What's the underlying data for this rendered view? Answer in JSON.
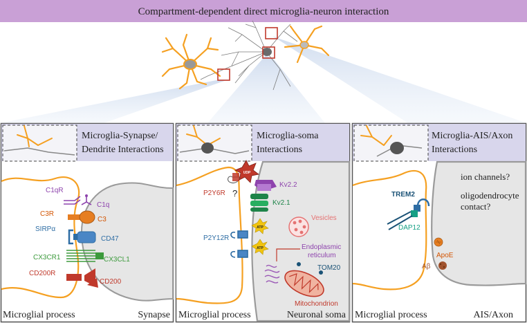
{
  "title": "Compartment-dependent direct microglia-neuron interaction",
  "panels": [
    {
      "heading_line1": "Microglia-Synapse/",
      "heading_line2": "Dendrite Interactions",
      "bottom_left": "Microglial process",
      "bottom_right": "Synapse",
      "labels": {
        "c1qr": "C1qR",
        "c1q": "C1q",
        "c3r": "C3R",
        "c3": "C3",
        "sirpa": "SIRPα",
        "cd47": "CD47",
        "cx3cr1": "CX3CR1",
        "cx3cl1": "CX3CL1",
        "cd200r": "CD200R",
        "cd200": "CD200"
      }
    },
    {
      "heading_line1": "Microglia-soma",
      "heading_line2": "Interactions",
      "bottom_left": "Microglial process",
      "bottom_right": "Neuronal soma",
      "labels": {
        "udp": "UDP",
        "p2y6r": "P2Y6R",
        "question": "?",
        "kv22": "Kv2.2",
        "kv21": "Kv2.1",
        "atp1": "ATP",
        "atp2": "ATP",
        "p2y12r": "P2Y12R",
        "vesicles": "Vesicles",
        "er_line1": "Endoplasmic",
        "er_line2": "reticulum",
        "tom20": "TOM20",
        "mitochondrion": "Mitochondrion"
      }
    },
    {
      "heading_line1": "Microglia-AIS/Axon",
      "heading_line2": "Interactions",
      "bottom_left": "Microglial process",
      "bottom_right": "AIS/Axon",
      "labels": {
        "ion_channels": "ion channels?",
        "oligo_line1": "oligodendrocyte",
        "oligo_line2": "contact?",
        "trem2": "TREM2",
        "dap12": "DAP12",
        "apoe": "ApoE",
        "abeta": "Aβ"
      }
    }
  ],
  "colors": {
    "banner": "#c9a0d6",
    "heading_band": "#d8d6ec",
    "microglia_orange": "#f5a021",
    "neuron_gray": "#e6e6e6",
    "red": "#c0392b",
    "purple": "#8e44ad",
    "orange_label": "#d35400",
    "blue": "#2e6da4",
    "green": "#3c9a3c",
    "teal": "#16a085"
  }
}
